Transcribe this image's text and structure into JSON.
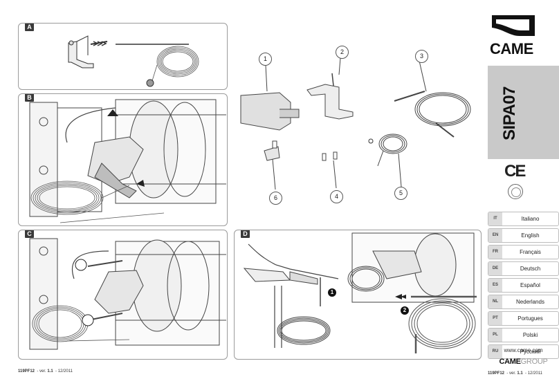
{
  "panels": {
    "a": {
      "letter": "A"
    },
    "b": {
      "letter": "B"
    },
    "c": {
      "letter": "C"
    },
    "d": {
      "letter": "D",
      "steps": [
        "1",
        "2"
      ]
    }
  },
  "parts": {
    "callouts": [
      "1",
      "2",
      "3",
      "4",
      "5",
      "6"
    ]
  },
  "footer_left": {
    "code": "119PF12",
    "ver_label": "ver.",
    "ver": "1.1",
    "date": "12/2011"
  },
  "footer_right": {
    "code": "119PF12",
    "ver_label": "ver.",
    "ver": "1.1",
    "date": "12/2011"
  },
  "brand": {
    "name": "CAME",
    "group_bold": "CAME",
    "group_light": "GROUP",
    "website": "www.came.com"
  },
  "product": {
    "code": "SIPA07",
    "ce": "CE"
  },
  "languages": [
    {
      "code": "IT",
      "name": "Italiano"
    },
    {
      "code": "EN",
      "name": "English"
    },
    {
      "code": "FR",
      "name": "Français"
    },
    {
      "code": "DE",
      "name": "Deutsch"
    },
    {
      "code": "ES",
      "name": "Español"
    },
    {
      "code": "NL",
      "name": "Nederlands"
    },
    {
      "code": "PT",
      "name": "Portugues"
    },
    {
      "code": "PL",
      "name": "Polski"
    },
    {
      "code": "RU",
      "name": "Русский"
    }
  ]
}
